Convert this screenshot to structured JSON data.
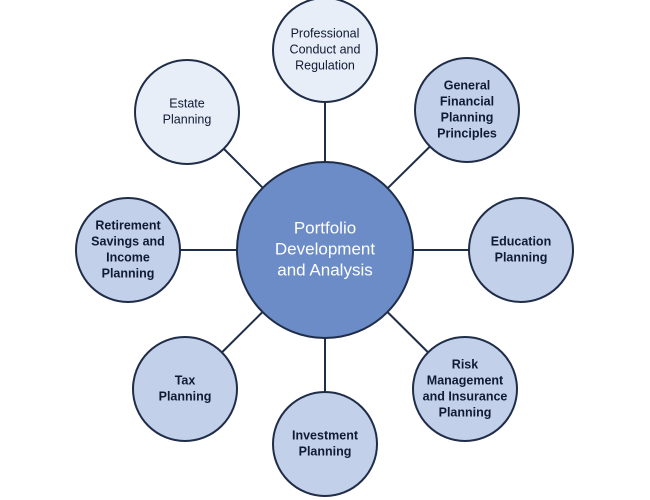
{
  "colors": {
    "center_fill": "#6b8cc7",
    "light_fill": "#e8eef8",
    "medium_fill": "#c3d0ea",
    "outline": "#1f2d48",
    "center_text": "#ffffff",
    "node_text": "#0f1a33"
  },
  "center": {
    "lines": [
      "Portfolio",
      "Development",
      "and Analysis"
    ]
  },
  "nodes": [
    {
      "id": "professional-conduct",
      "lines": [
        "Professional",
        "Conduct and",
        "Regulation"
      ],
      "style": "light",
      "bold": false
    },
    {
      "id": "general-financial-planning",
      "lines": [
        "General",
        "Financial",
        "Planning",
        "Principles"
      ],
      "style": "medium",
      "bold": true
    },
    {
      "id": "education-planning",
      "lines": [
        "Education",
        "Planning"
      ],
      "style": "medium",
      "bold": true
    },
    {
      "id": "risk-management",
      "lines": [
        "Risk",
        "Management",
        "and Insurance",
        "Planning"
      ],
      "style": "medium",
      "bold": true
    },
    {
      "id": "investment-planning",
      "lines": [
        "Investment",
        "Planning"
      ],
      "style": "medium",
      "bold": true
    },
    {
      "id": "tax-planning",
      "lines": [
        "Tax",
        "Planning"
      ],
      "style": "medium",
      "bold": true
    },
    {
      "id": "retirement-savings",
      "lines": [
        "Retirement",
        "Savings and",
        "Income",
        "Planning"
      ],
      "style": "medium",
      "bold": true
    },
    {
      "id": "estate-planning",
      "lines": [
        "Estate",
        "Planning"
      ],
      "style": "light",
      "bold": false
    }
  ]
}
